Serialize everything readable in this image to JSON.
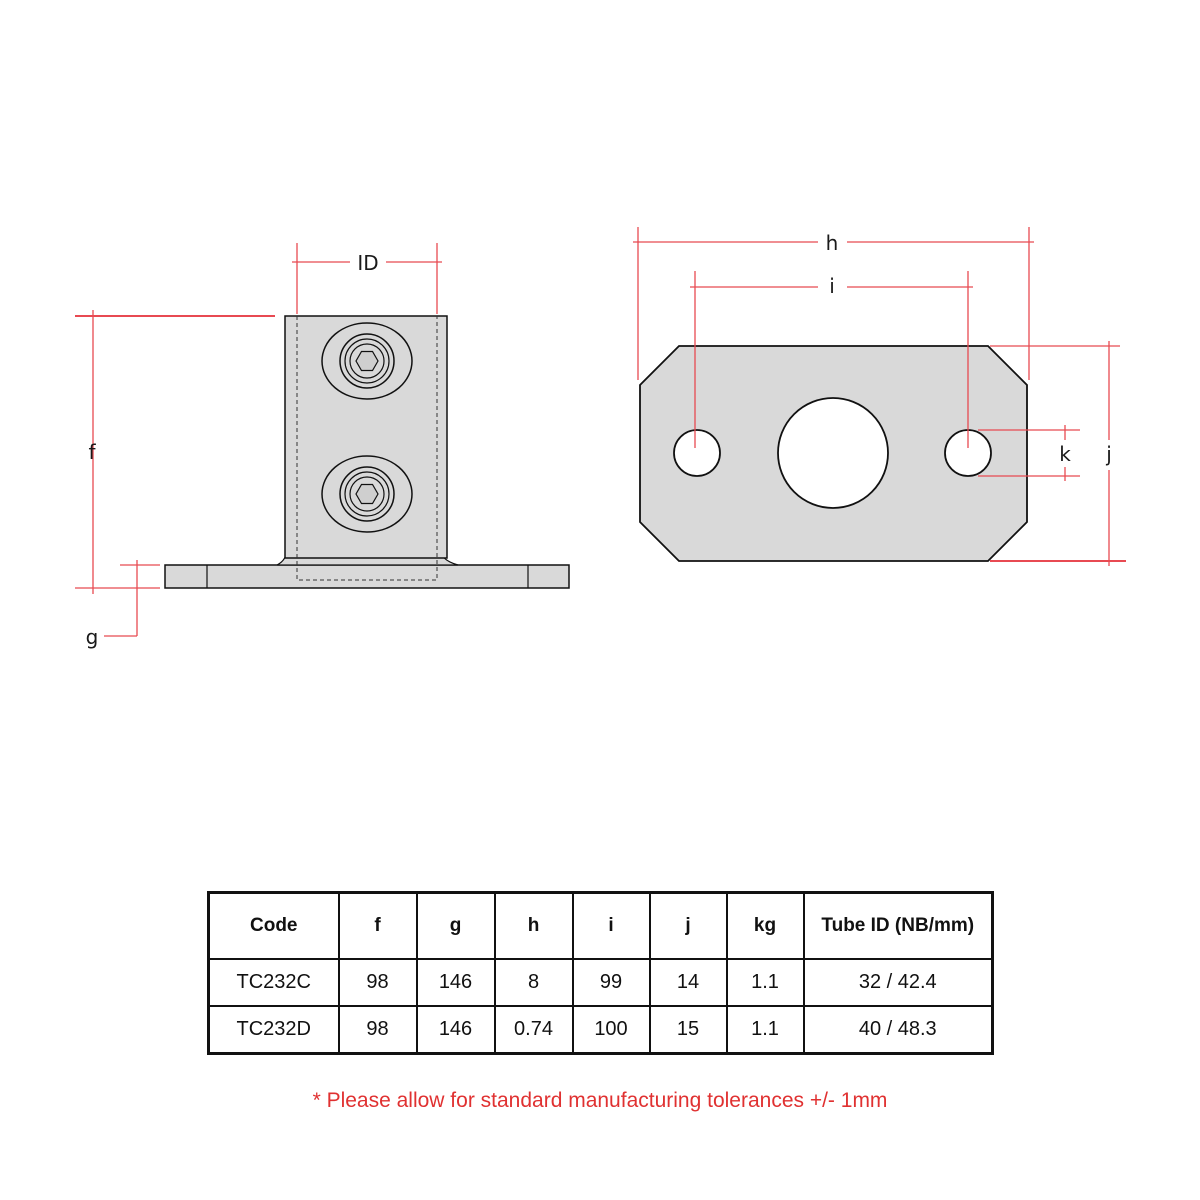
{
  "dimension_labels": {
    "ID": "ID",
    "f": "f",
    "g": "g",
    "h": "h",
    "i": "i",
    "j": "j",
    "k": "k"
  },
  "colors": {
    "dimension_line": "#e84a52",
    "part_fill": "#d9d9d9",
    "part_outline": "#111111",
    "note_text": "#e03131"
  },
  "table": {
    "headers": [
      "Code",
      "f",
      "g",
      "h",
      "i",
      "j",
      "kg",
      "Tube ID (NB/mm)"
    ],
    "rows": [
      [
        "TC232C",
        "98",
        "146",
        "8",
        "99",
        "14",
        "1.1",
        "32 / 42.4"
      ],
      [
        "TC232D",
        "98",
        "146",
        "0.74",
        "100",
        "15",
        "1.1",
        "40 / 48.3"
      ]
    ]
  },
  "note": "* Please allow for standard manufacturing tolerances +/- 1mm"
}
